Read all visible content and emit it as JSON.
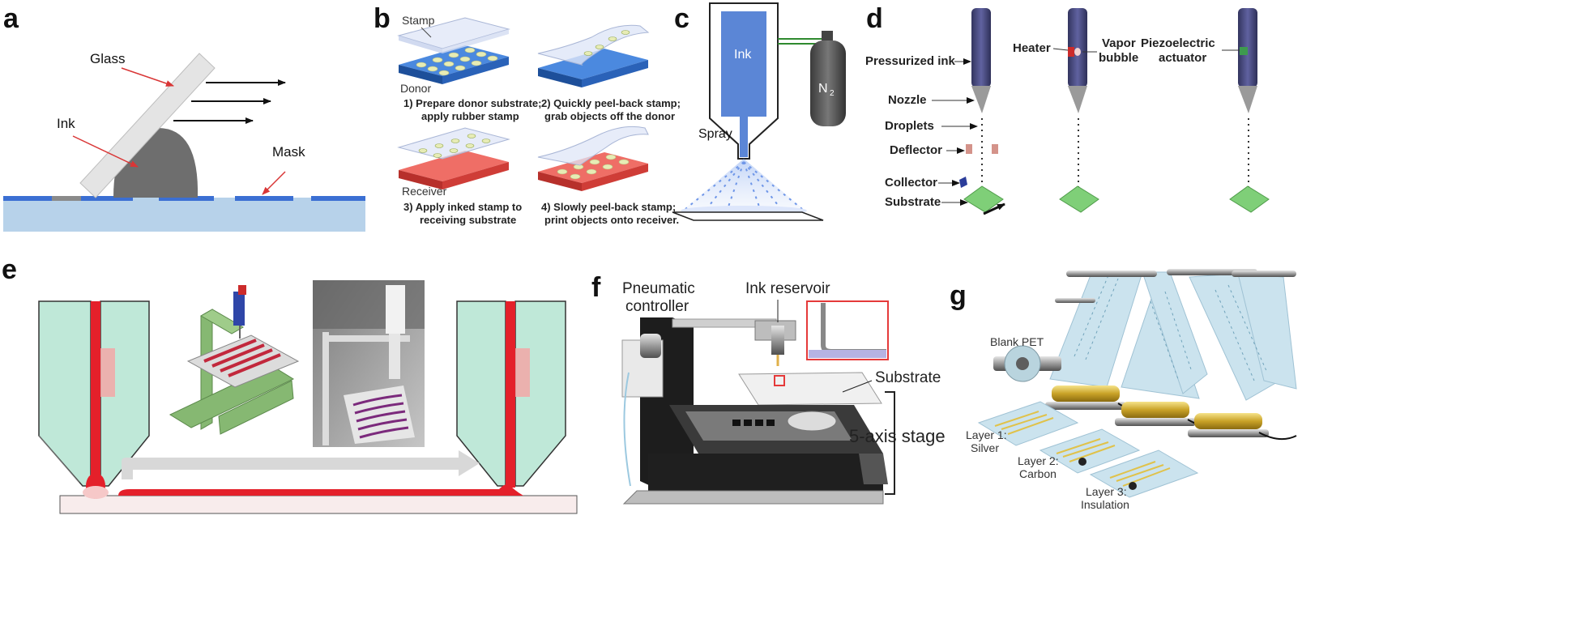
{
  "panels": {
    "a": {
      "letter": "a",
      "glass": "Glass",
      "ink": "Ink",
      "mask": "Mask"
    },
    "b": {
      "letter": "b",
      "stamp": "Stamp",
      "donor": "Donor",
      "receiver": "Receiver",
      "step1_line1": "1) Prepare donor substrate;",
      "step1_line2": "apply rubber stamp",
      "step2_line1": "2) Quickly peel-back stamp;",
      "step2_line2": "grab objects off the donor",
      "step3_line1": "3) Apply inked stamp to",
      "step3_line2": "receiving substrate",
      "step4_line1": "4) Slowly peel-back stamp;",
      "step4_line2": "print objects onto receiver."
    },
    "c": {
      "letter": "c",
      "ink": "Ink",
      "gas": "N",
      "gas_sub": "2",
      "spray": "Spray"
    },
    "d": {
      "letter": "d",
      "pressurized_ink": "Pressurized ink",
      "nozzle": "Nozzle",
      "droplets": "Droplets",
      "deflector": "Deflector",
      "collector": "Collector",
      "substrate": "Substrate",
      "heater": "Heater",
      "vapor_line1": "Vapor",
      "vapor_line2": "bubble",
      "piezo_line1": "Piezoelectric",
      "piezo_line2": "actuator"
    },
    "e": {
      "letter": "e"
    },
    "f": {
      "letter": "f",
      "pneumatic_line1": "Pneumatic",
      "pneumatic_line2": "controller",
      "ink_reservoir": "Ink reservoir",
      "substrate": "Substrate",
      "stage": "5-axis stage"
    },
    "g": {
      "letter": "g",
      "blank_pet": "Blank PET",
      "layer1_line1": "Layer 1:",
      "layer1_line2": "Silver",
      "layer2_line1": "Layer 2:",
      "layer2_line2": "Carbon",
      "layer3_line1": "Layer 3:",
      "layer3_line2": "Insulation"
    }
  },
  "colors": {
    "glass": "#e4e4e4",
    "ink_gray": "#6e6e6e",
    "mask_blue": "#3b6fd3",
    "substrate_blue": "#b7d2ea",
    "arrow_red": "#d93636",
    "donor_blue": "#2b6dc9",
    "receiver_red": "#e2504a",
    "ink_blue": "#5b86d6",
    "cartridge": "#4d4f82",
    "green_sub": "#7fcf78",
    "nozzle_teal": "#b5e2cf",
    "e_red": "#e4202a",
    "printer_green": "#86b872",
    "pet_blue": "#cbe3ee"
  }
}
